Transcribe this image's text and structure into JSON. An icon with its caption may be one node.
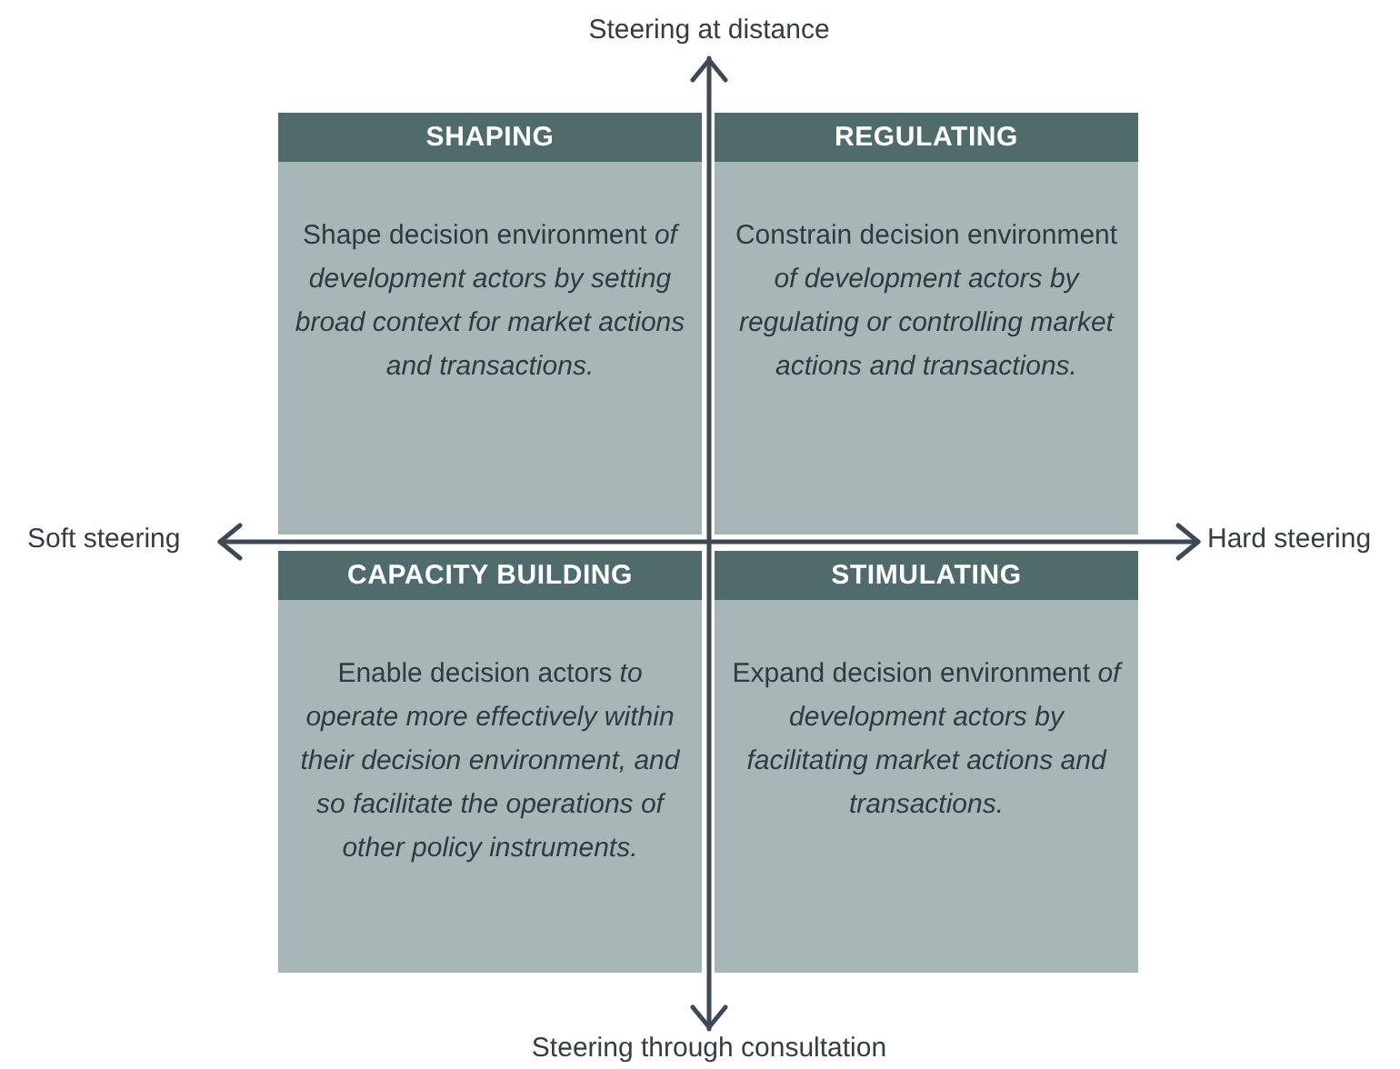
{
  "diagram": {
    "nodes": [
      {
        "text": [
          "SHAPING",
          "Shape decision environment *of development actors by setting broad context for market actions and transactions.*"
        ]
      },
      {
        "text": [
          "REGULATING",
          "Constrain decision environment *of development actors by regulating or controlling market actions and transactions.*"
        ]
      },
      {
        "text": [
          "CAPACITY BUILDING",
          "Enable decision actors *to operate more effectively within their decision environment, and so facilitate the operations of other policy instruments.*"
        ]
      },
      {
        "text": [
          "STIMULATING",
          "Expand decision environment *of development actors by facilitating market actions and transactions.*"
        ]
      }
    ],
    "labels": [
      "Steering at distance",
      "Soft steering",
      "Hard steering",
      "Steering through consultation"
    ]
  }
}
